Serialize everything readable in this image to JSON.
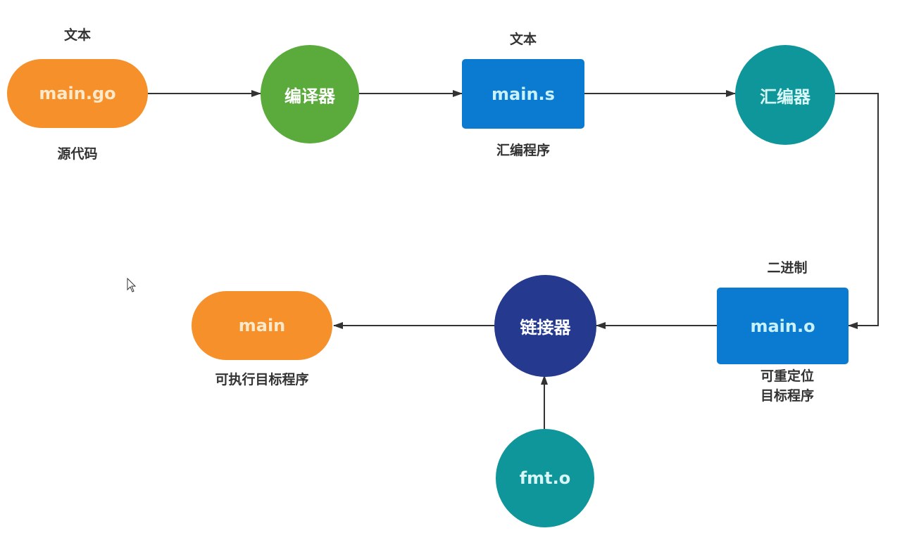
{
  "nodes": {
    "main_go": {
      "text": "main.go",
      "above": "文本",
      "below": "源代码",
      "color": "#f5902b"
    },
    "compiler": {
      "text": "编译器",
      "color": "#5aab3c"
    },
    "main_s": {
      "text": "main.s",
      "above": "文本",
      "below": "汇编程序",
      "color": "#0b7ad1"
    },
    "assembler": {
      "text": "汇编器",
      "color": "#0e969a"
    },
    "main_o": {
      "text": "main.o",
      "above": "二进制",
      "below_line1": "可重定位",
      "below_line2": "目标程序",
      "color": "#0b7ad1"
    },
    "linker": {
      "text": "链接器",
      "color": "#253a8e"
    },
    "fmt_o": {
      "text": "fmt.o",
      "color": "#0e969a"
    },
    "main": {
      "text": "main",
      "below": "可执行目标程序",
      "color": "#f5902b"
    }
  },
  "edges": [
    {
      "from": "main_go",
      "to": "compiler"
    },
    {
      "from": "compiler",
      "to": "main_s"
    },
    {
      "from": "main_s",
      "to": "assembler"
    },
    {
      "from": "assembler",
      "to": "main_o"
    },
    {
      "from": "main_o",
      "to": "linker"
    },
    {
      "from": "fmt_o",
      "to": "linker"
    },
    {
      "from": "linker",
      "to": "main"
    }
  ],
  "edge_color": "#333333"
}
